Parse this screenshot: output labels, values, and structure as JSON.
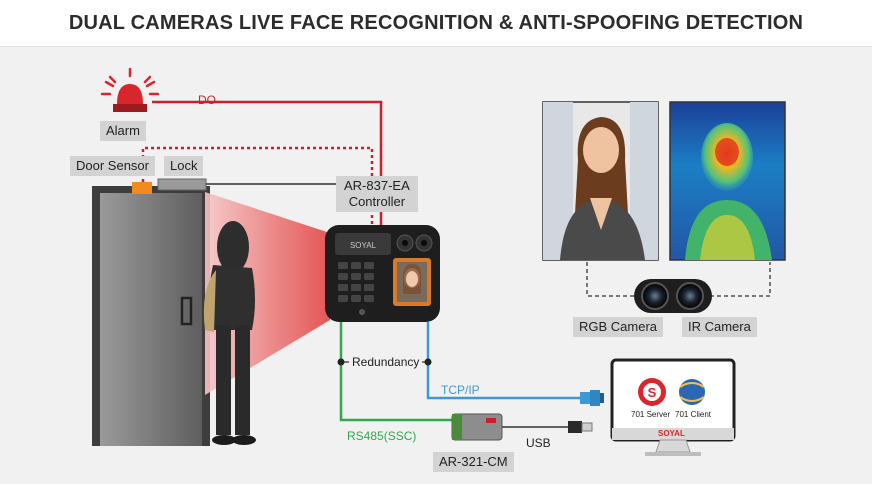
{
  "title": "DUAL CAMERAS LIVE FACE RECOGNITION & ANTI-SPOOFING DETECTION",
  "labels": {
    "alarm": "Alarm",
    "door_sensor": "Door Sensor",
    "lock": "Lock",
    "controller_line1": "AR-837-EA",
    "controller_line2": "Controller",
    "rgb_camera": "RGB Camera",
    "ir_camera": "IR Camera",
    "redundancy": "Redundancy",
    "converter": "AR-321-CM"
  },
  "connections": {
    "do": "DO",
    "tcpip": "TCP/IP",
    "rs485": "RS485(SSC)",
    "usb": "USB"
  },
  "device": {
    "brand": "SOYAL"
  },
  "monitor": {
    "app1": "701 Server",
    "app2": "701 Client",
    "brand": "SOYAL"
  },
  "colors": {
    "red_wire": "#c8202c",
    "blue_wire": "#3a9ad9",
    "green_wire": "#2fa84f",
    "dark_wire": "#333333",
    "tcp_text": "#3a9ad9",
    "rs485_text": "#2fa84f",
    "do_text": "#c8202c"
  }
}
